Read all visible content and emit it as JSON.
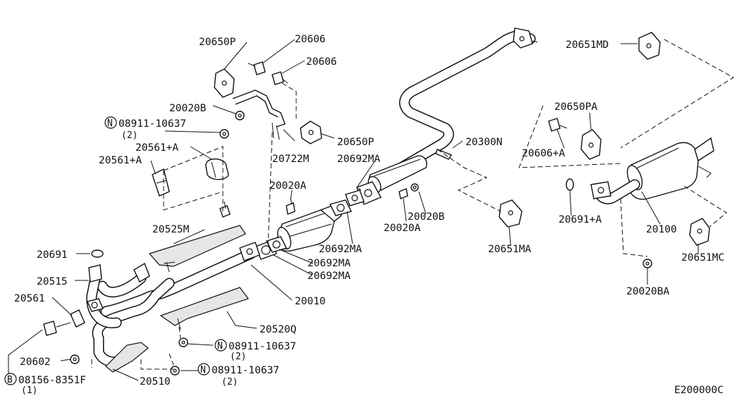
{
  "diagram_code": "E200000C",
  "prefix_n": "N",
  "prefix_b": "B",
  "labels": {
    "p20650P_top": "20650P",
    "p20606_a": "20606",
    "p20606_b": "20606",
    "p20020B_left": "20020B",
    "p08911_top": "08911-10637",
    "qty2_top": "(2)",
    "p20561A_a": "20561+A",
    "p20561A_b": "20561+A",
    "p20650P_mid": "20650P",
    "p20722M": "20722M",
    "p20692MA_top": "20692MA",
    "p20300N": "20300N",
    "p20020A_top": "20020A",
    "p20020B_mid": "20020B",
    "p20020A_mid": "20020A",
    "p20692MA_mid": "20692MA",
    "p20692MA_b": "20692MA",
    "p20692MA_c": "20692MA",
    "p20525M": "20525M",
    "p20691": "20691",
    "p20515": "20515",
    "p20561": "20561",
    "p20010": "20010",
    "p20520Q": "20520Q",
    "p08911_mid": "08911-10637",
    "qty2_mid": "(2)",
    "p20602": "20602",
    "p08911_bot": "08911-10637",
    "qty2_bot": "(2)",
    "p08156": "08156-8351F",
    "qty1": "(1)",
    "p20510": "20510",
    "p20651MD": "20651MD",
    "p20650PA": "20650PA",
    "p20606A": "20606+A",
    "p20651MA": "20651MA",
    "p20691A": "20691+A",
    "p20100": "20100",
    "p20651MC": "20651MC",
    "p20020BA": "20020BA"
  }
}
